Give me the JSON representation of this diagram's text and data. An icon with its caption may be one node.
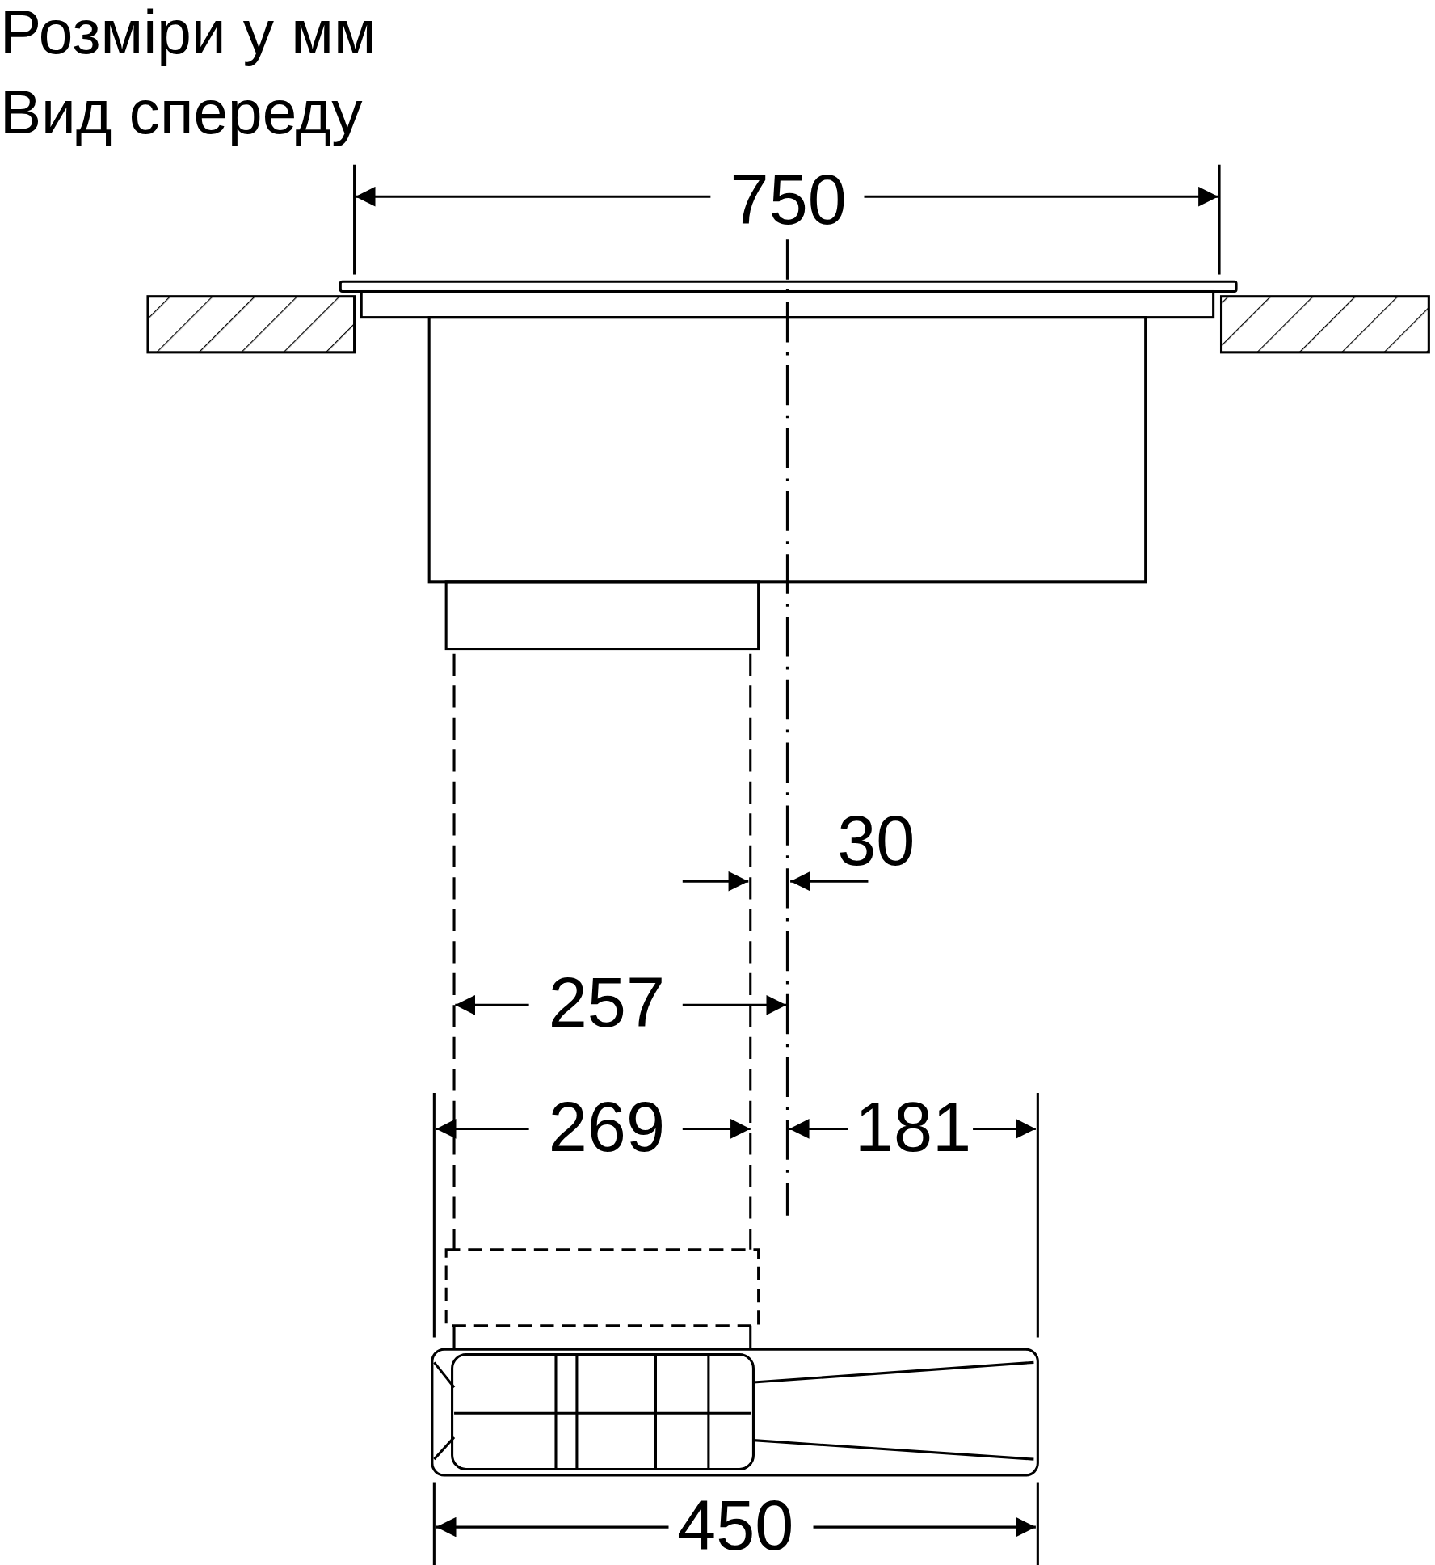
{
  "diagram": {
    "labels": [
      "Розміри у мм",
      "Вид спереду",
      "750",
      "30",
      "257",
      "269",
      "181",
      "450"
    ]
  }
}
